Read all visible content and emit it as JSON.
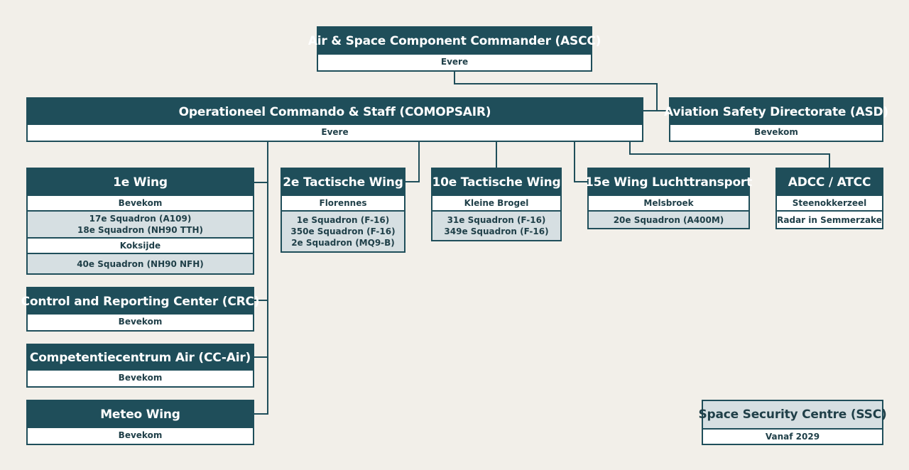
{
  "colors": {
    "primary": "#1f4e5a",
    "background": "#f2efe9",
    "squadron_row": "#d6dfe2",
    "location_row": "#ffffff"
  },
  "units": {
    "ascc": {
      "title": "Air & Space Component Commander (ASCC)",
      "location": "Evere"
    },
    "comopsair": {
      "title": "Operationeel Commando & Staff (COMOPSAIR)",
      "location": "Evere"
    },
    "asd": {
      "title": "Aviation Safety Directorate (ASD)",
      "location": "Bevekom"
    },
    "wing1": {
      "title": "1e Wing",
      "location": "Bevekom",
      "squadrons": [
        "17e Squadron (A109)",
        "18e Squadron (NH90 TTH)"
      ],
      "location2": "Koksijde",
      "squadrons2": [
        "40e Squadron (NH90 NFH)"
      ]
    },
    "wing2": {
      "title": "2e Tactische Wing",
      "location": "Florennes",
      "squadrons": [
        "1e Squadron (F-16)",
        "350e Squadron (F-16)",
        "2e Squadron (MQ9-B)"
      ]
    },
    "wing10": {
      "title": "10e Tactische Wing",
      "location": "Kleine Brogel",
      "squadrons": [
        "31e Squadron (F-16)",
        "349e Squadron (F-16)"
      ]
    },
    "wing15": {
      "title": "15e Wing Luchttransport",
      "location": "Melsbroek",
      "squadrons": [
        "20e Squadron (A400M)"
      ]
    },
    "adcc": {
      "title": "ADCC / ATCC",
      "location": "Steenokkerzeel",
      "location2": "Radar in Semmerzake"
    },
    "crc": {
      "title": "Control and Reporting Center (CRC)",
      "location": "Bevekom"
    },
    "ccair": {
      "title": "Competentiecentrum Air (CC-Air)",
      "location": "Bevekom"
    },
    "meteo": {
      "title": "Meteo Wing",
      "location": "Bevekom"
    },
    "ssc": {
      "title": "Space Security Centre (SSC)",
      "location": "Vanaf 2029"
    }
  }
}
